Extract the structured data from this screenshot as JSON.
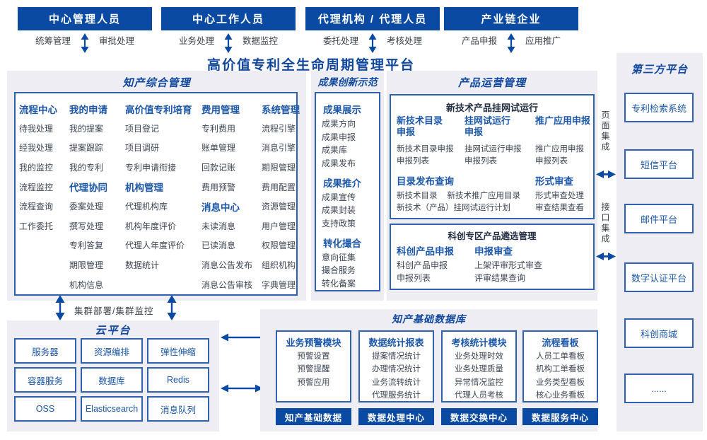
{
  "colors": {
    "primary_dark_blue": "#0b4aa2",
    "title_blue": "#11489e",
    "header_blue": "#1c57a8",
    "body_text": "#3e4553",
    "dark_heading": "#232e42",
    "panel_bg": "#ededf3",
    "box_border": "#2e62ae"
  },
  "top_actors": [
    {
      "title": "中心管理人员",
      "left_role": "统筹管理",
      "right_role": "审批处理"
    },
    {
      "title": "中心工作人员",
      "left_role": "业务处理",
      "right_role": "数据监控"
    },
    {
      "title": "代理机构 / 代理人员",
      "left_role": "委托处理",
      "right_role": "考核处理"
    },
    {
      "title": "产业链企业",
      "left_role": "产品申报",
      "right_role": "应用推广"
    }
  ],
  "main_title": "高价值专利全生命周期管理平台",
  "panel_a": {
    "title": "知产综合管理",
    "columns": [
      [
        [
          "h",
          "流程中心"
        ],
        [
          "i",
          "待我处理"
        ],
        [
          "i",
          "经我处理"
        ],
        [
          "i",
          "我的监控"
        ],
        [
          "i",
          "流程监控"
        ],
        [
          "i",
          "流程查询"
        ],
        [
          "i",
          "工作委托"
        ]
      ],
      [
        [
          "h",
          "我的申请"
        ],
        [
          "i",
          "我的提案"
        ],
        [
          "i",
          "提案跟踪"
        ],
        [
          "i",
          "我的专利"
        ],
        [
          "h",
          "代理协同"
        ],
        [
          "i",
          "委案处理"
        ],
        [
          "i",
          "撰写处理"
        ],
        [
          "i",
          "专利答复"
        ],
        [
          "i",
          "期限管理"
        ],
        [
          "i",
          "机构信息"
        ]
      ],
      [
        [
          "h",
          "高价值专利培育"
        ],
        [
          "i",
          "项目登记"
        ],
        [
          "i",
          "项目调研"
        ],
        [
          "i",
          "专利申请衔接"
        ],
        [
          "h",
          "机构管理"
        ],
        [
          "i",
          "代理机构库"
        ],
        [
          "i",
          "机构年度评价"
        ],
        [
          "i",
          "代理人年度评价"
        ],
        [
          "i",
          "数据统计"
        ]
      ],
      [
        [
          "h",
          "费用管理"
        ],
        [
          "i",
          "专利费用"
        ],
        [
          "i",
          "账单管理"
        ],
        [
          "i",
          "回款记账"
        ],
        [
          "i",
          "费用预警"
        ],
        [
          "h",
          "消息中心"
        ],
        [
          "i",
          "未读消息"
        ],
        [
          "i",
          "已读消息"
        ],
        [
          "i",
          "消息公告发布"
        ],
        [
          "i",
          "消息公告审核"
        ]
      ],
      [
        [
          "h",
          "系统管理"
        ],
        [
          "i",
          "流程引擎"
        ],
        [
          "i",
          "消息引擎"
        ],
        [
          "i",
          "期限管理"
        ],
        [
          "i",
          "费用配置"
        ],
        [
          "i",
          "资源管理"
        ],
        [
          "i",
          "用户管理"
        ],
        [
          "i",
          "权限管理"
        ],
        [
          "i",
          "组织机构"
        ],
        [
          "i",
          "字典管理"
        ]
      ]
    ]
  },
  "panel_b": {
    "title": "成果创新示范",
    "groups": [
      {
        "header": "成果展示",
        "items": [
          "成果方向",
          "成果申报",
          "成果库",
          "成果发布"
        ]
      },
      {
        "header": "成果推介",
        "items": [
          "成果宣传",
          "成果封装",
          "支持政策"
        ]
      },
      {
        "header": "转化撮合",
        "items": [
          "意向征集",
          "撮合服务",
          "转化备案"
        ]
      }
    ]
  },
  "panel_c": {
    "title": "产品运营管理",
    "box1": {
      "title": "新技术产品挂网试运行",
      "columns": [
        {
          "header_lines": [
            "新技术目录",
            "申报"
          ],
          "items": [
            "新技术目录申报",
            "申报列表"
          ]
        },
        {
          "header_lines": [
            "挂网试运行",
            "申报"
          ],
          "items": [
            "挂网试运行申报",
            "申报列表"
          ]
        },
        {
          "header_lines": [
            "推广应用申报"
          ],
          "items": [
            "推广应用申报",
            "申报列表"
          ]
        }
      ],
      "bottom_left": {
        "header": "目录发布查询",
        "lines": [
          [
            "新技术目录",
            "新技术推广应用目录"
          ],
          [
            "新技术（产品）挂网试运行计划"
          ]
        ]
      },
      "bottom_right": {
        "header": "形式审查",
        "items": [
          "形式审查处理",
          "审查结果查看"
        ]
      }
    },
    "box2": {
      "title": "科创专区产品遴选管理",
      "columns": [
        {
          "header": "科创产品申报",
          "items": [
            "科创产品申报",
            "申报列表"
          ]
        },
        {
          "header": "申报审查",
          "items": [
            "上架评审形式审查",
            "评审结果查询"
          ]
        }
      ]
    }
  },
  "integration": {
    "page": "页面集成",
    "api": "接口集成"
  },
  "third_party": {
    "title": "第三方平台",
    "platforms": [
      "专利检索系统",
      "短信平台",
      "邮件平台",
      "数字认证平台",
      "科创商城",
      "......"
    ]
  },
  "cluster_label": "集群部署/集群监控",
  "cloud": {
    "title": "云平台",
    "services": [
      "服务器",
      "资源编排",
      "弹性伸缩",
      "容器服务",
      "数据库",
      "Redis",
      "OSS",
      "Elasticsearch",
      "消息队列"
    ]
  },
  "database": {
    "title": "知产基础数据库",
    "modules": [
      {
        "header": "业务预警模块",
        "items": [
          "预警设置",
          "预警提醒",
          "预警应用"
        ]
      },
      {
        "header": "数据统计报表",
        "items": [
          "提案情况统计",
          "办理情况统计",
          "业务流转统计",
          "代理服务统计"
        ]
      },
      {
        "header": "考核统计模块",
        "items": [
          "业务处理时效",
          "业务处理质量",
          "异常情况监控",
          "代理人员考核"
        ]
      },
      {
        "header": "流程看板",
        "items": [
          "人员工单看板",
          "机构工单看板",
          "业务类型看板",
          "核心业务看板"
        ]
      }
    ],
    "centers": [
      "知产基础数据",
      "数据处理中心",
      "数据交换中心",
      "数据服务中心"
    ]
  }
}
